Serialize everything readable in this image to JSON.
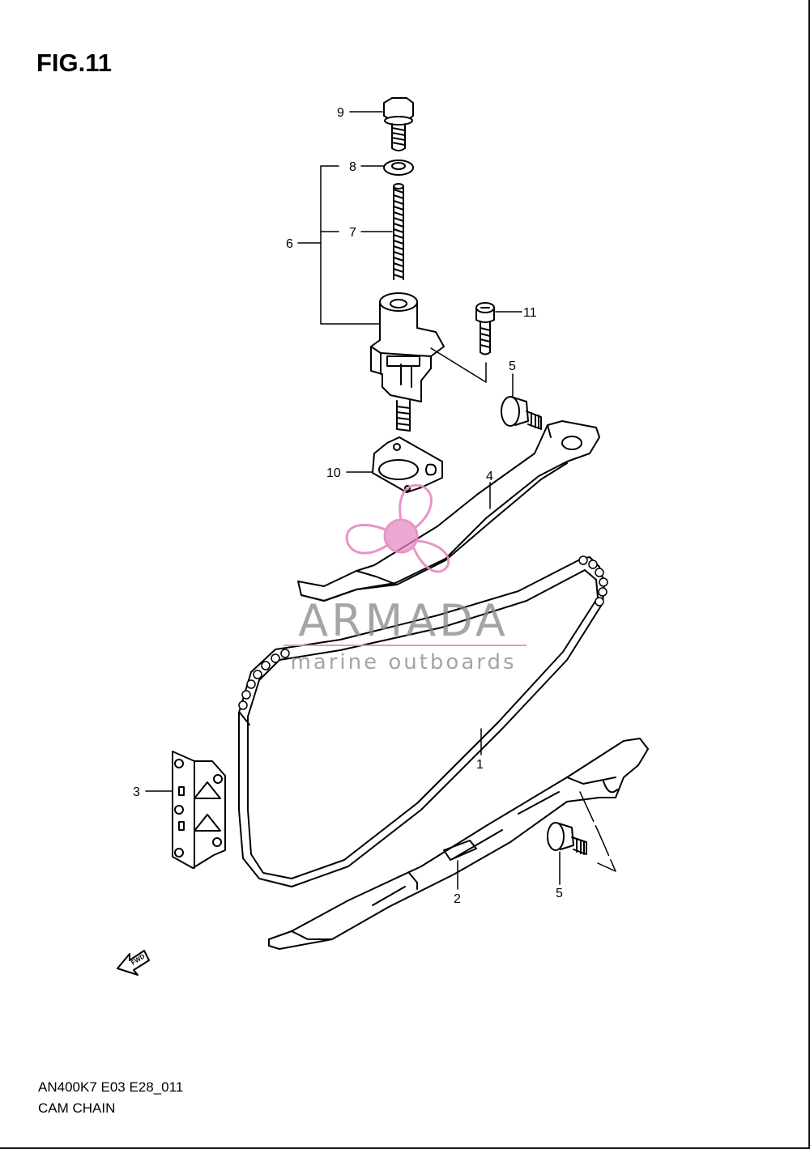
{
  "figure": {
    "title": "FIG.11",
    "code": "AN400K7 E03 E28_011",
    "caption": "CAM CHAIN"
  },
  "callouts": [
    "9",
    "8",
    "7",
    "6",
    "11",
    "5",
    "10",
    "4",
    "1",
    "3",
    "2",
    "5"
  ],
  "direction_marker": {
    "label": "FWD"
  },
  "watermark": {
    "brand": "ARMADA",
    "tagline": "marine outboards",
    "colors": {
      "pink": "#e58ac0",
      "grey": "#8a8a8a"
    }
  }
}
